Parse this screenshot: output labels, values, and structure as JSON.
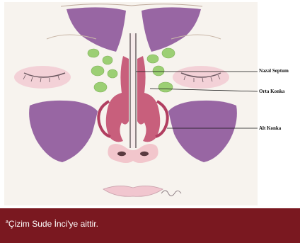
{
  "labels": {
    "nazal_septum": "Nazal Septum",
    "orta_konka": "Orta Konka",
    "alt_konka": "Alt Konka"
  },
  "caption": {
    "marker": "a",
    "text": "Çizim Sude İnci'ye aittir."
  },
  "colors": {
    "caption_bar": "#7a1820",
    "sinus_purple": "#8f5a9c",
    "ethmoid_green": "#9ccf74",
    "turbinate_red": "#c24a6c"
  }
}
